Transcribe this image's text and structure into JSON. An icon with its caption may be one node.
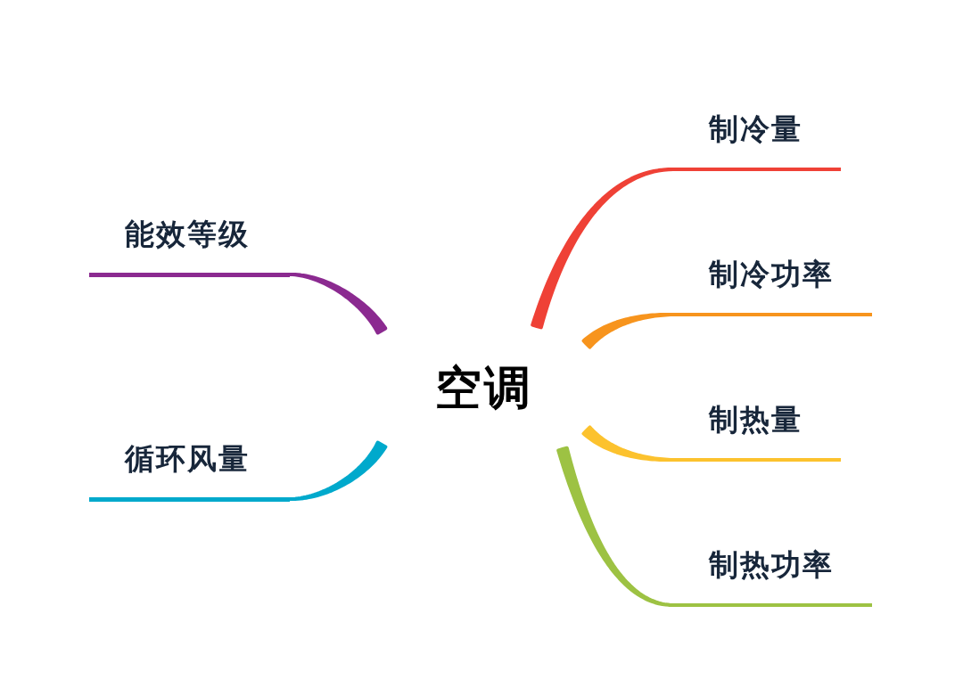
{
  "diagram": {
    "nodes": [
      {
        "text": [
          "空调"
        ]
      },
      {
        "text": [
          "能效等级"
        ]
      },
      {
        "text": [
          "循环风量"
        ]
      },
      {
        "text": [
          "制冷量"
        ]
      },
      {
        "text": [
          "制冷功率"
        ]
      },
      {
        "text": [
          "制热量"
        ]
      },
      {
        "text": [
          "制热功率"
        ]
      }
    ],
    "edges": [
      {
        "from": 0,
        "to": 1,
        "arrow": "none",
        "color": "#8b2a90"
      },
      {
        "from": 0,
        "to": 2,
        "arrow": "none",
        "color": "#00a9cc"
      },
      {
        "from": 0,
        "to": 3,
        "arrow": "none",
        "color": "#ef4136"
      },
      {
        "from": 0,
        "to": 4,
        "arrow": "none",
        "color": "#f7941d"
      },
      {
        "from": 0,
        "to": 5,
        "arrow": "none",
        "color": "#fcc22e"
      },
      {
        "from": 0,
        "to": 6,
        "arrow": "none",
        "color": "#9dc243"
      }
    ]
  }
}
